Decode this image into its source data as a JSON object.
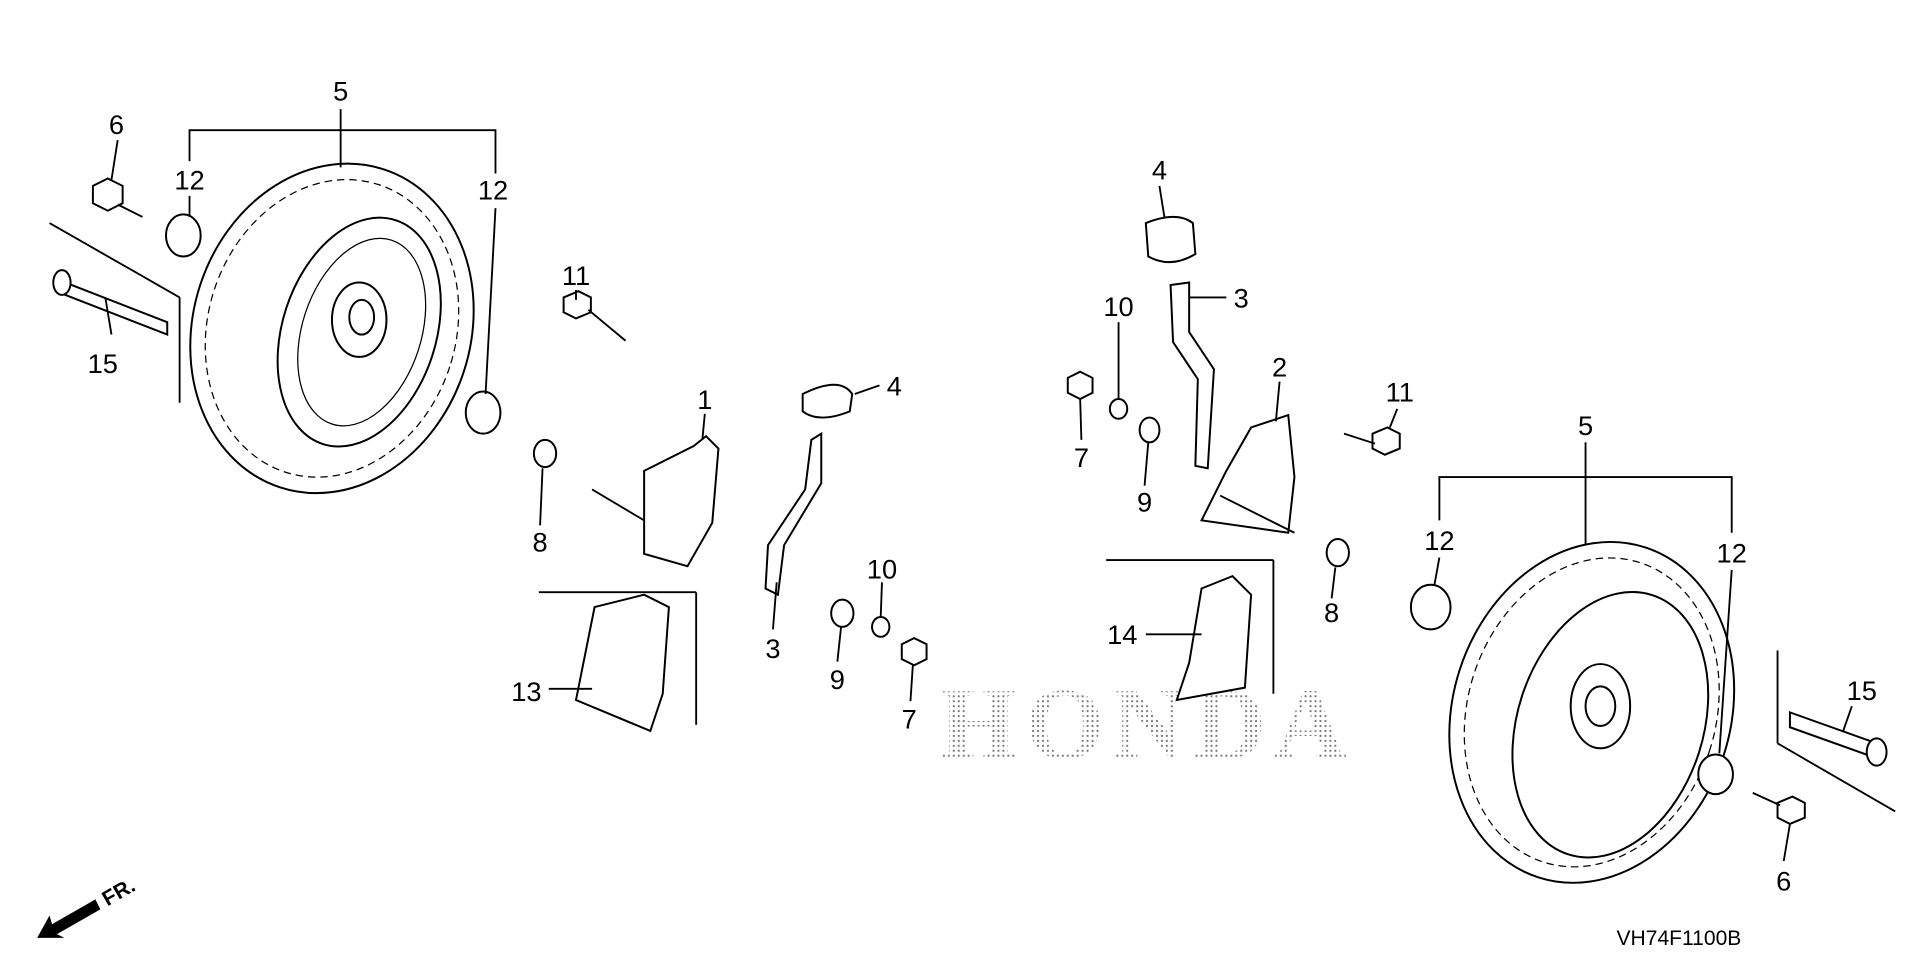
{
  "diagram": {
    "watermark": "HONDA",
    "figure_code": "VH74F1100B",
    "front_indicator": "FR.",
    "callouts": [
      {
        "part": "5",
        "side": "left",
        "desc_visible": false
      },
      {
        "part": "6",
        "side": "left"
      },
      {
        "part": "12",
        "side": "left"
      },
      {
        "part": "12",
        "side": "left"
      },
      {
        "part": "15",
        "side": "left"
      },
      {
        "part": "11",
        "side": "left"
      },
      {
        "part": "8",
        "side": "left"
      },
      {
        "part": "1",
        "side": "left"
      },
      {
        "part": "4",
        "side": "left"
      },
      {
        "part": "3",
        "side": "left"
      },
      {
        "part": "10",
        "side": "left"
      },
      {
        "part": "9",
        "side": "left"
      },
      {
        "part": "7",
        "side": "left"
      },
      {
        "part": "13",
        "side": "left"
      },
      {
        "part": "4",
        "side": "right"
      },
      {
        "part": "3",
        "side": "right"
      },
      {
        "part": "10",
        "side": "right"
      },
      {
        "part": "7",
        "side": "right"
      },
      {
        "part": "9",
        "side": "right"
      },
      {
        "part": "2",
        "side": "right"
      },
      {
        "part": "11",
        "side": "right"
      },
      {
        "part": "8",
        "side": "right"
      },
      {
        "part": "14",
        "side": "right"
      },
      {
        "part": "5",
        "side": "right"
      },
      {
        "part": "12",
        "side": "right"
      },
      {
        "part": "12",
        "side": "right"
      },
      {
        "part": "15",
        "side": "right"
      },
      {
        "part": "6",
        "side": "right"
      }
    ]
  }
}
